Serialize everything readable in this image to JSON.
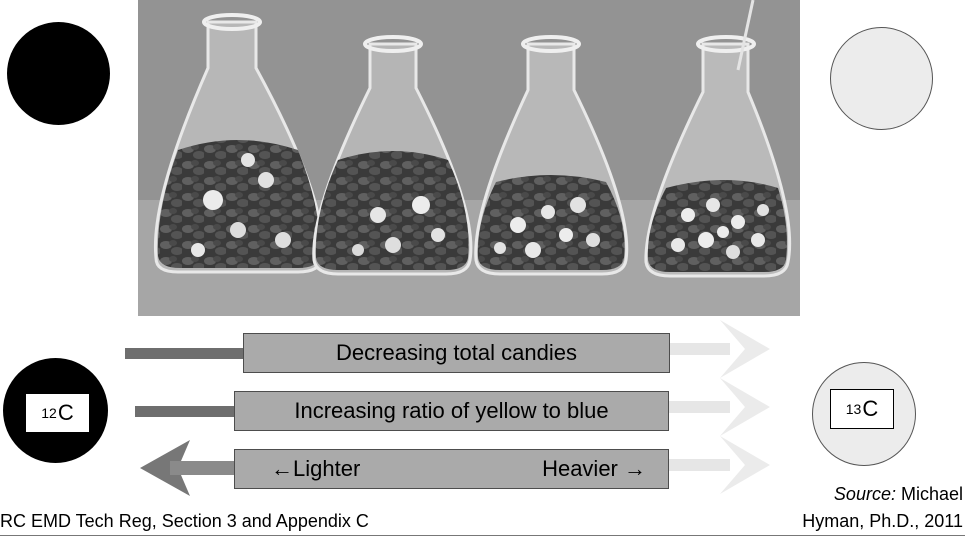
{
  "photo": {
    "subject": "four Erlenmeyer flasks filled with candies"
  },
  "isotopes": {
    "light": {
      "mass": "12",
      "symbol": "C"
    },
    "heavy": {
      "mass": "13",
      "symbol": "C"
    }
  },
  "arrows": {
    "candies": "Decreasing total candies",
    "ratio": "Increasing ratio of yellow to blue",
    "lighter": "←Lighter",
    "heavier": "Heavier →"
  },
  "source": {
    "prefix": "Source:",
    "name_part1": " Michael",
    "name_part2": "Hyman, Ph.D., 2011"
  },
  "footer": {
    "reference": "RC EMD Tech Reg, Section 3 and Appendix C"
  },
  "colors": {
    "dark_circle": "#000000",
    "light_circle": "#ececec",
    "label_box": "#aaaaaa",
    "arrow_dark": "#6e6e6e",
    "arrow_light": "#e6e6e6"
  }
}
